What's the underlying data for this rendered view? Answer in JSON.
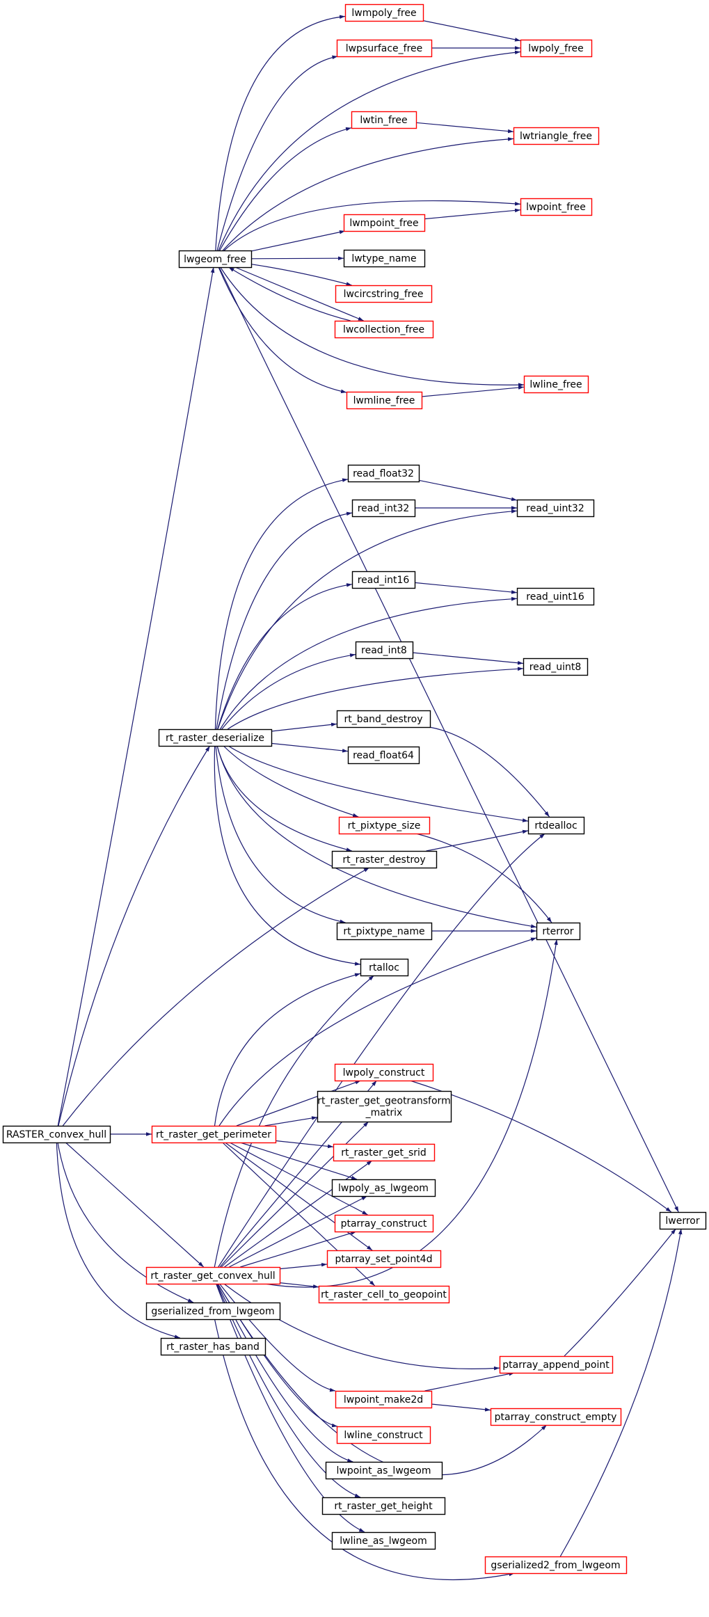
{
  "colors": {
    "edge": "#191970",
    "border_default": "#000000",
    "border_red": "#ff0000",
    "root_fill": "#bfbfbf"
  },
  "nodes": [
    {
      "id": "raster_convex_hull",
      "label": "RASTER_convex_hull",
      "style": "root"
    },
    {
      "id": "lwgeom_free",
      "label": "lwgeom_free",
      "style": "black"
    },
    {
      "id": "lwmpoly_free",
      "label": "lwmpoly_free",
      "style": "red"
    },
    {
      "id": "lwpsurface_free",
      "label": "lwpsurface_free",
      "style": "red"
    },
    {
      "id": "lwpoly_free",
      "label": "lwpoly_free",
      "style": "red"
    },
    {
      "id": "lwtin_free",
      "label": "lwtin_free",
      "style": "red"
    },
    {
      "id": "lwtriangle_free",
      "label": "lwtriangle_free",
      "style": "red"
    },
    {
      "id": "lwpoint_free",
      "label": "lwpoint_free",
      "style": "red"
    },
    {
      "id": "lwmpoint_free",
      "label": "lwmpoint_free",
      "style": "red"
    },
    {
      "id": "lwtype_name",
      "label": "lwtype_name",
      "style": "black"
    },
    {
      "id": "lwcircstring_free",
      "label": "lwcircstring_free",
      "style": "red"
    },
    {
      "id": "lwcollection_free",
      "label": "lwcollection_free",
      "style": "red"
    },
    {
      "id": "lwmline_free",
      "label": "lwmline_free",
      "style": "red"
    },
    {
      "id": "lwline_free",
      "label": "lwline_free",
      "style": "red"
    },
    {
      "id": "lwerror",
      "label": "lwerror",
      "style": "black"
    },
    {
      "id": "rt_raster_deserialize",
      "label": "rt_raster_deserialize",
      "style": "black"
    },
    {
      "id": "read_float32",
      "label": "read_float32",
      "style": "black"
    },
    {
      "id": "read_int32",
      "label": "read_int32",
      "style": "black"
    },
    {
      "id": "read_uint32",
      "label": "read_uint32",
      "style": "black"
    },
    {
      "id": "read_int16",
      "label": "read_int16",
      "style": "black"
    },
    {
      "id": "read_uint16",
      "label": "read_uint16",
      "style": "black"
    },
    {
      "id": "read_int8",
      "label": "read_int8",
      "style": "black"
    },
    {
      "id": "read_uint8",
      "label": "read_uint8",
      "style": "black"
    },
    {
      "id": "rt_band_destroy",
      "label": "rt_band_destroy",
      "style": "black"
    },
    {
      "id": "read_float64",
      "label": "read_float64",
      "style": "black"
    },
    {
      "id": "rt_pixtype_size",
      "label": "rt_pixtype_size",
      "style": "red"
    },
    {
      "id": "rtdealloc",
      "label": "rtdealloc",
      "style": "black"
    },
    {
      "id": "rt_raster_destroy",
      "label": "rt_raster_destroy",
      "style": "black"
    },
    {
      "id": "rt_pixtype_name",
      "label": "rt_pixtype_name",
      "style": "black"
    },
    {
      "id": "rterror",
      "label": "rterror",
      "style": "black"
    },
    {
      "id": "rtalloc",
      "label": "rtalloc",
      "style": "black"
    },
    {
      "id": "lwpoly_construct",
      "label": "lwpoly_construct",
      "style": "red"
    },
    {
      "id": "rt_raster_get_perimeter",
      "label": "rt_raster_get_perimeter",
      "style": "red"
    },
    {
      "id": "rt_raster_get_geotransform_matrix",
      "label": "rt_raster_get_geotransform\n_matrix",
      "style": "black"
    },
    {
      "id": "rt_raster_get_srid",
      "label": "rt_raster_get_srid",
      "style": "red"
    },
    {
      "id": "lwpoly_as_lwgeom",
      "label": "lwpoly_as_lwgeom",
      "style": "black"
    },
    {
      "id": "ptarray_construct",
      "label": "ptarray_construct",
      "style": "red"
    },
    {
      "id": "ptarray_set_point4d",
      "label": "ptarray_set_point4d",
      "style": "red"
    },
    {
      "id": "rt_raster_get_convex_hull",
      "label": "rt_raster_get_convex_hull",
      "style": "red"
    },
    {
      "id": "rt_raster_cell_to_geopoint",
      "label": "rt_raster_cell_to_geopoint",
      "style": "red"
    },
    {
      "id": "gserialized_from_lwgeom",
      "label": "gserialized_from_lwgeom",
      "style": "black"
    },
    {
      "id": "rt_raster_has_band",
      "label": "rt_raster_has_band",
      "style": "black"
    },
    {
      "id": "ptarray_append_point",
      "label": "ptarray_append_point",
      "style": "red"
    },
    {
      "id": "lwpoint_make2d",
      "label": "lwpoint_make2d",
      "style": "red"
    },
    {
      "id": "lwline_construct",
      "label": "lwline_construct",
      "style": "red"
    },
    {
      "id": "ptarray_construct_empty",
      "label": "ptarray_construct_empty",
      "style": "red"
    },
    {
      "id": "lwpoint_as_lwgeom",
      "label": "lwpoint_as_lwgeom",
      "style": "black"
    },
    {
      "id": "rt_raster_get_height",
      "label": "rt_raster_get_height",
      "style": "black"
    },
    {
      "id": "lwline_as_lwgeom",
      "label": "lwline_as_lwgeom",
      "style": "black"
    },
    {
      "id": "gserialized2_from_lwgeom",
      "label": "gserialized2_from_lwgeom",
      "style": "red"
    }
  ],
  "edges": [
    [
      "raster_convex_hull",
      "lwgeom_free"
    ],
    [
      "raster_convex_hull",
      "rt_raster_deserialize"
    ],
    [
      "raster_convex_hull",
      "rt_raster_destroy"
    ],
    [
      "raster_convex_hull",
      "rt_raster_get_perimeter"
    ],
    [
      "raster_convex_hull",
      "rt_raster_get_convex_hull"
    ],
    [
      "raster_convex_hull",
      "gserialized_from_lwgeom"
    ],
    [
      "raster_convex_hull",
      "rt_raster_has_band"
    ],
    [
      "lwgeom_free",
      "lwmpoly_free"
    ],
    [
      "lwgeom_free",
      "lwpsurface_free"
    ],
    [
      "lwgeom_free",
      "lwpoly_free"
    ],
    [
      "lwgeom_free",
      "lwtin_free"
    ],
    [
      "lwgeom_free",
      "lwtriangle_free"
    ],
    [
      "lwgeom_free",
      "lwpoint_free"
    ],
    [
      "lwgeom_free",
      "lwmpoint_free"
    ],
    [
      "lwgeom_free",
      "lwtype_name"
    ],
    [
      "lwgeom_free",
      "lwcircstring_free"
    ],
    [
      "lwgeom_free",
      "lwcollection_free"
    ],
    [
      "lwgeom_free",
      "lwmline_free"
    ],
    [
      "lwgeom_free",
      "lwline_free"
    ],
    [
      "lwgeom_free",
      "lwerror"
    ],
    [
      "lwmpoly_free",
      "lwpoly_free"
    ],
    [
      "lwpsurface_free",
      "lwpoly_free"
    ],
    [
      "lwtin_free",
      "lwtriangle_free"
    ],
    [
      "lwmpoint_free",
      "lwpoint_free"
    ],
    [
      "lwcollection_free",
      "lwgeom_free"
    ],
    [
      "lwmline_free",
      "lwline_free"
    ],
    [
      "rt_raster_deserialize",
      "read_float32"
    ],
    [
      "rt_raster_deserialize",
      "read_int32"
    ],
    [
      "rt_raster_deserialize",
      "read_uint32"
    ],
    [
      "rt_raster_deserialize",
      "read_int16"
    ],
    [
      "rt_raster_deserialize",
      "read_uint16"
    ],
    [
      "rt_raster_deserialize",
      "read_int8"
    ],
    [
      "rt_raster_deserialize",
      "read_uint8"
    ],
    [
      "rt_raster_deserialize",
      "rt_band_destroy"
    ],
    [
      "rt_raster_deserialize",
      "read_float64"
    ],
    [
      "rt_raster_deserialize",
      "rtdealloc"
    ],
    [
      "rt_raster_deserialize",
      "rt_pixtype_size"
    ],
    [
      "rt_raster_deserialize",
      "rt_raster_destroy"
    ],
    [
      "rt_raster_deserialize",
      "rterror"
    ],
    [
      "rt_raster_deserialize",
      "rt_pixtype_name"
    ],
    [
      "rt_raster_deserialize",
      "rtalloc"
    ],
    [
      "read_float32",
      "read_uint32"
    ],
    [
      "read_int32",
      "read_uint32"
    ],
    [
      "read_int16",
      "read_uint16"
    ],
    [
      "read_int8",
      "read_uint8"
    ],
    [
      "rt_band_destroy",
      "rtdealloc"
    ],
    [
      "rt_pixtype_size",
      "rterror"
    ],
    [
      "rt_raster_destroy",
      "rtdealloc"
    ],
    [
      "rt_pixtype_name",
      "rterror"
    ],
    [
      "lwpoly_construct",
      "lwerror"
    ],
    [
      "rt_raster_get_perimeter",
      "rtalloc"
    ],
    [
      "rt_raster_get_perimeter",
      "rterror"
    ],
    [
      "rt_raster_get_perimeter",
      "lwpoly_construct"
    ],
    [
      "rt_raster_get_perimeter",
      "rt_raster_get_geotransform_matrix"
    ],
    [
      "rt_raster_get_perimeter",
      "rt_raster_get_srid"
    ],
    [
      "rt_raster_get_perimeter",
      "lwpoly_as_lwgeom"
    ],
    [
      "rt_raster_get_perimeter",
      "ptarray_construct"
    ],
    [
      "rt_raster_get_perimeter",
      "ptarray_set_point4d"
    ],
    [
      "rt_raster_get_perimeter",
      "rt_raster_cell_to_geopoint"
    ],
    [
      "rt_raster_get_convex_hull",
      "rtalloc"
    ],
    [
      "rt_raster_get_convex_hull",
      "rtdealloc"
    ],
    [
      "rt_raster_get_convex_hull",
      "lwpoly_construct"
    ],
    [
      "rt_raster_get_convex_hull",
      "rt_raster_get_geotransform_matrix"
    ],
    [
      "rt_raster_get_convex_hull",
      "rt_raster_get_srid"
    ],
    [
      "rt_raster_get_convex_hull",
      "lwpoly_as_lwgeom"
    ],
    [
      "rt_raster_get_convex_hull",
      "ptarray_construct"
    ],
    [
      "rt_raster_get_convex_hull",
      "ptarray_set_point4d"
    ],
    [
      "rt_raster_get_convex_hull",
      "rt_raster_cell_to_geopoint"
    ],
    [
      "rt_raster_get_convex_hull",
      "rterror"
    ],
    [
      "rt_raster_get_convex_hull",
      "ptarray_append_point"
    ],
    [
      "rt_raster_get_convex_hull",
      "lwpoint_make2d"
    ],
    [
      "rt_raster_get_convex_hull",
      "lwline_construct"
    ],
    [
      "rt_raster_get_convex_hull",
      "ptarray_construct_empty"
    ],
    [
      "rt_raster_get_convex_hull",
      "lwpoint_as_lwgeom"
    ],
    [
      "rt_raster_get_convex_hull",
      "rt_raster_get_height"
    ],
    [
      "rt_raster_get_convex_hull",
      "lwline_as_lwgeom"
    ],
    [
      "gserialized_from_lwgeom",
      "gserialized2_from_lwgeom"
    ],
    [
      "ptarray_append_point",
      "lwerror"
    ],
    [
      "lwpoint_make2d",
      "ptarray_append_point"
    ],
    [
      "lwpoint_make2d",
      "ptarray_construct_empty"
    ],
    [
      "gserialized2_from_lwgeom",
      "lwerror"
    ]
  ]
}
